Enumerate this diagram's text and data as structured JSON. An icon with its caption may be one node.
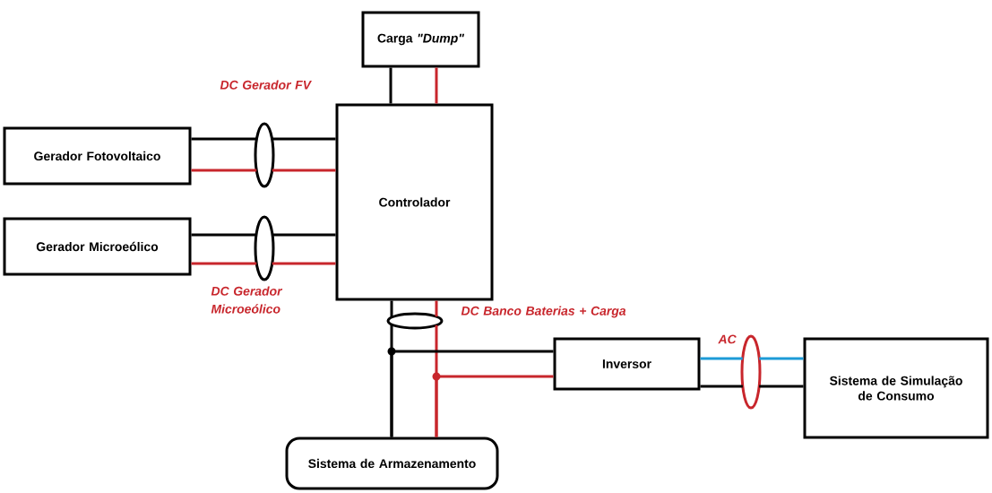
{
  "diagram": {
    "nodes": [
      {
        "text": [
          "Carga *\"Dump\"*"
        ]
      },
      {
        "text": [
          "Gerador Fotovoltaico"
        ]
      },
      {
        "text": [
          "Controlador"
        ]
      },
      {
        "text": [
          "Gerador Microeólico"
        ]
      },
      {
        "text": [
          "Sistema de Armazenamento"
        ]
      },
      {
        "text": [
          "Inversor"
        ]
      },
      {
        "text": [
          "Sistema de Simulação de Consumo"
        ]
      },
      {
        "text": [],
        "shape": "ellipse",
        "beside": [
          "DC Gerador FV"
        ]
      },
      {
        "text": [],
        "shape": "ellipse",
        "beside": [
          "DC Gerador Microeólico"
        ]
      },
      {
        "text": [],
        "shape": "ellipse"
      },
      {
        "text": [],
        "shape": "ellipse",
        "beside": [
          "AC"
        ]
      }
    ],
    "edges": [
      {
        "from": 0,
        "to": 2,
        "arrow": "none"
      },
      {
        "from": 0,
        "to": 2,
        "arrow": "none",
        "color": "#c8262c"
      },
      {
        "from": 1,
        "to": 7,
        "arrow": "none"
      },
      {
        "from": 1,
        "to": 7,
        "arrow": "none",
        "color": "#c8262c"
      },
      {
        "from": 7,
        "to": 2,
        "arrow": "none"
      },
      {
        "from": 7,
        "to": 2,
        "arrow": "none",
        "color": "#c8262c"
      },
      {
        "from": 3,
        "to": 8,
        "arrow": "none"
      },
      {
        "from": 3,
        "to": 8,
        "arrow": "none",
        "color": "#c8262c"
      },
      {
        "from": 8,
        "to": 2,
        "arrow": "none"
      },
      {
        "from": 8,
        "to": 2,
        "arrow": "none",
        "color": "#c8262c"
      },
      {
        "from": 2,
        "to": 9,
        "arrow": "none"
      },
      {
        "from": 2,
        "to": 9,
        "arrow": "none",
        "color": "#c8262c"
      },
      {
        "from": 9,
        "to": 4,
        "arrow": "none"
      },
      {
        "from": 9,
        "to": 4,
        "arrow": "none",
        "color": "#c8262c"
      },
      {
        "from": 5,
        "to": 4,
        "arrow": "none"
      },
      {
        "from": 5,
        "to": 4,
        "arrow": "none",
        "color": "#c8262c"
      },
      {
        "from": 5,
        "to": 10,
        "arrow": "none",
        "color": "#1d9bd7"
      },
      {
        "from": 5,
        "to": 10,
        "arrow": "none"
      },
      {
        "from": 10,
        "to": 6,
        "arrow": "none",
        "color": "#1d9bd7"
      },
      {
        "from": 10,
        "to": 6,
        "arrow": "none"
      }
    ],
    "labels": [
      "DC Banco Baterias + Carga"
    ]
  }
}
